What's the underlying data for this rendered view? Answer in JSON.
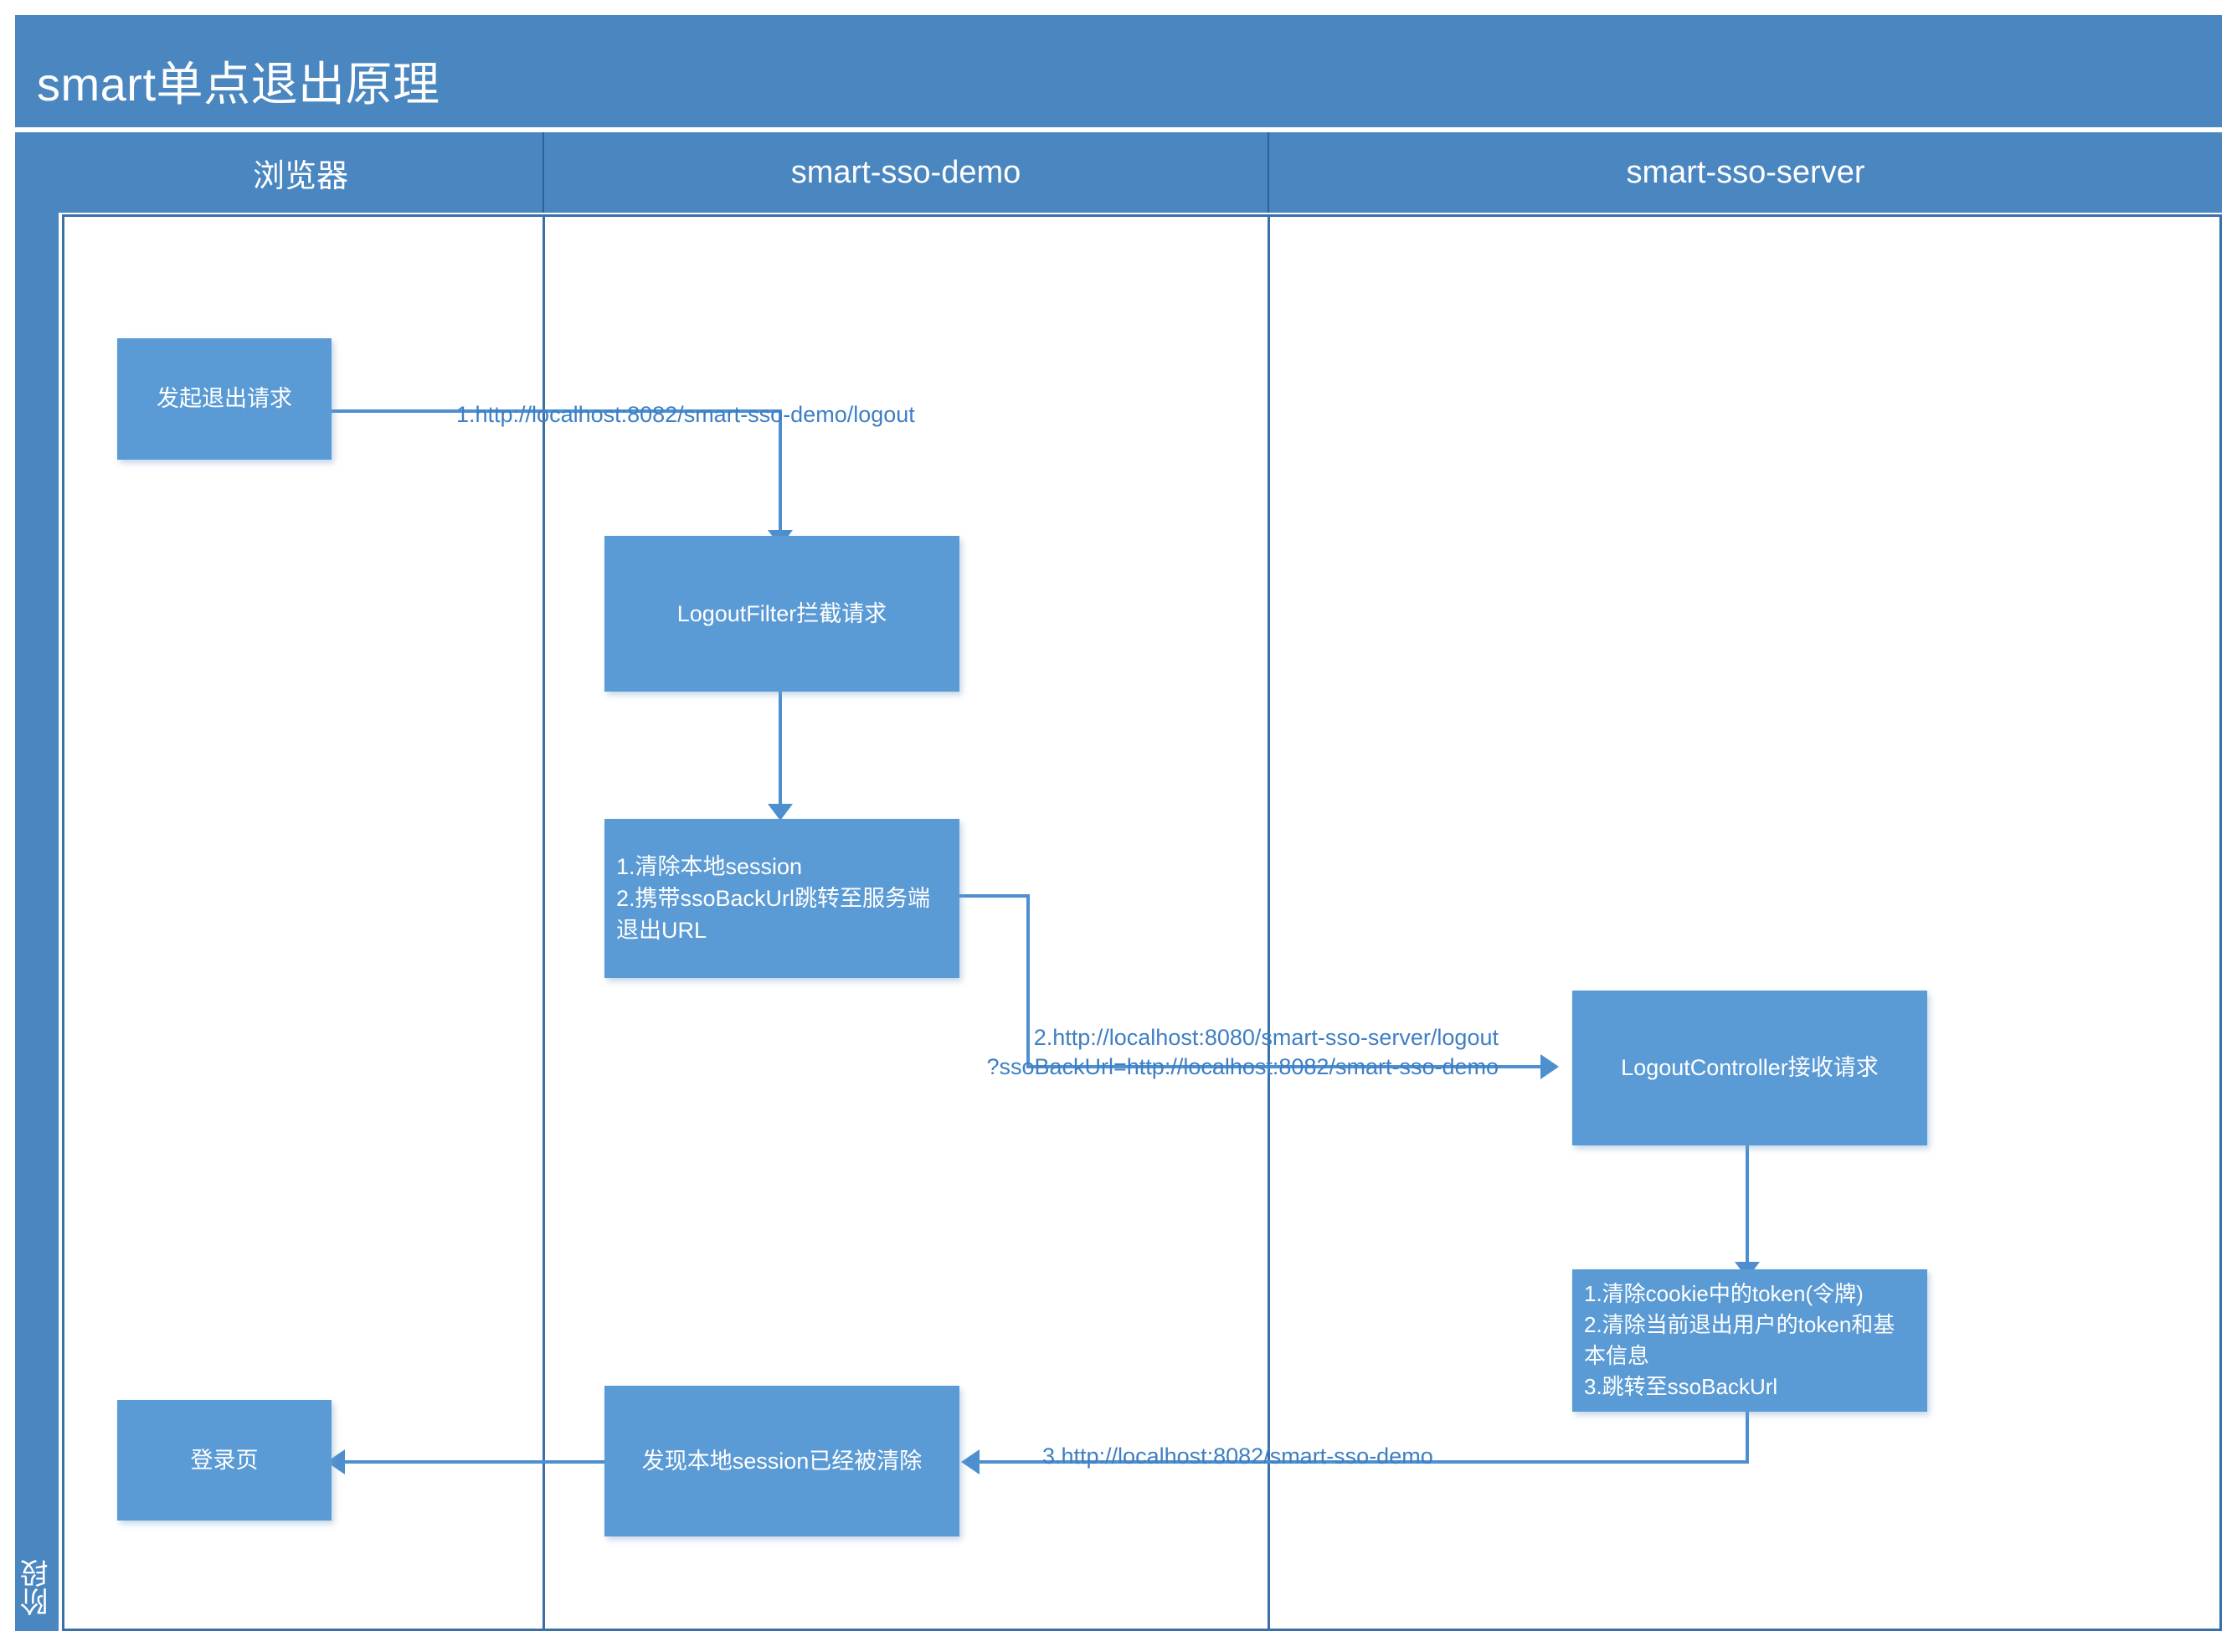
{
  "diagram": {
    "title": "smart单点退出原理",
    "phase_label": "阶段",
    "colors": {
      "band": "#4A86C0",
      "box_fill": "#5B9BD5",
      "connector": "#4E8FD0",
      "lane_border": "#3A6FA8",
      "label_text": "#3E7FC4",
      "box_text": "#FFFFFF"
    },
    "lanes": [
      {
        "id": "browser",
        "label": "浏览器"
      },
      {
        "id": "demo",
        "label": "smart-sso-demo"
      },
      {
        "id": "server",
        "label": "smart-sso-server"
      }
    ],
    "nodes": [
      {
        "id": "logout-request",
        "lane": "browser",
        "label": "发起退出请求"
      },
      {
        "id": "logout-filter",
        "lane": "demo",
        "label": "LogoutFilter拦截请求"
      },
      {
        "id": "clear-local-session",
        "lane": "demo",
        "label": "1.清除本地session\n2.携带ssoBackUrl跳转至服务端退出URL"
      },
      {
        "id": "logout-controller",
        "lane": "server",
        "label": "LogoutController接收请求"
      },
      {
        "id": "server-clear-steps",
        "lane": "server",
        "label": "1.清除cookie中的token(令牌)\n2.清除当前退出用户的token和基本信息\n3.跳转至ssoBackUrl"
      },
      {
        "id": "session-cleared",
        "lane": "demo",
        "label": "发现本地session已经被清除"
      },
      {
        "id": "login-page",
        "lane": "browser",
        "label": "登录页"
      }
    ],
    "edges": [
      {
        "id": "edge-1",
        "from": "logout-request",
        "to": "logout-filter",
        "label": "1.http://localhost:8082/smart-sso-demo/logout"
      },
      {
        "id": "edge-2",
        "from": "logout-filter",
        "to": "clear-local-session",
        "label": ""
      },
      {
        "id": "edge-3",
        "from": "clear-local-session",
        "to": "logout-controller",
        "label": "2.http://localhost:8080/smart-sso-server/logout\n?ssoBackUrl=http://localhost:8082/smart-sso-demo"
      },
      {
        "id": "edge-4",
        "from": "logout-controller",
        "to": "server-clear-steps",
        "label": ""
      },
      {
        "id": "edge-5",
        "from": "server-clear-steps",
        "to": "session-cleared",
        "label": "3.http://localhost:8082/smart-sso-demo"
      },
      {
        "id": "edge-6",
        "from": "session-cleared",
        "to": "login-page",
        "label": ""
      }
    ]
  }
}
